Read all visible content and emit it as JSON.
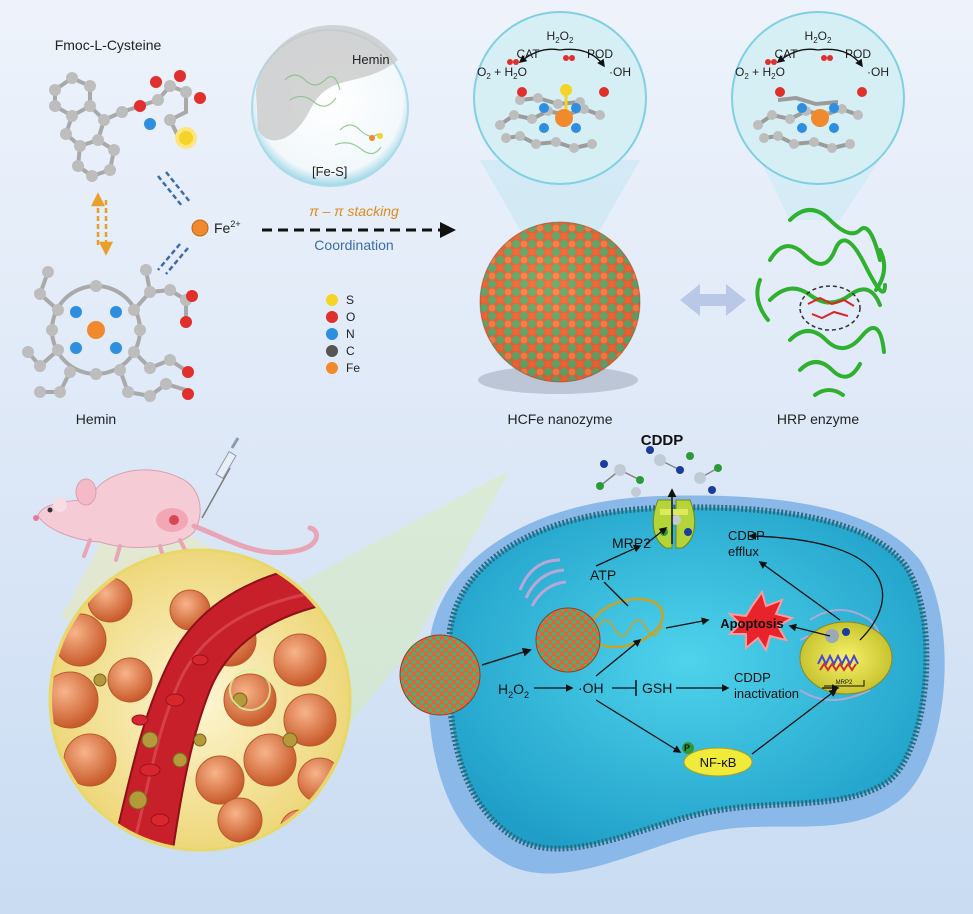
{
  "top": {
    "fmoc_label": "Fmoc-L-Cysteine",
    "hemin_label": "Hemin",
    "fe_ion": "Fe",
    "fe_charge": "2+",
    "inset_hemin": "Hemin",
    "inset_fes": "[Fe-S]",
    "stacking_label": "π – π stacking",
    "coordination_label": "Coordination",
    "nanozyme_label": "HCFe nanozyme",
    "enzyme_label": "HRP enzyme",
    "legend": [
      {
        "symbol": "S",
        "color": "#f5d327"
      },
      {
        "symbol": "O",
        "color": "#e0302d"
      },
      {
        "symbol": "N",
        "color": "#2e8fe0"
      },
      {
        "symbol": "C",
        "color": "#555555"
      },
      {
        "symbol": "Fe",
        "color": "#f08a2c"
      }
    ],
    "reaction": {
      "h2o2": "H",
      "h2o2_sub": "2",
      "h2o2_tail": "O",
      "h2o2_sub2": "2",
      "cat": "CAT",
      "pod": "POD",
      "o2_water": "O",
      "o2_sub": "2",
      "o2_tail": " + H",
      "o2_sub2": "2",
      "o2_tail2": "O",
      "oh": "·OH"
    }
  },
  "bottom": {
    "cddp_top": "CDDP",
    "mrp2": "MRP2",
    "atp": "ATP",
    "cddp_efflux_1": "CDDP",
    "cddp_efflux_2": "efflux",
    "apoptosis": "Apoptosis",
    "h2o2": "H",
    "h2o2_sub": "2",
    "h2o2_tail": "O",
    "h2o2_sub2": "2",
    "oh": "·OH",
    "gsh": "GSH",
    "cddp_inact_1": "CDDP",
    "cddp_inact_2": "inactivation",
    "p_label": "P",
    "nfkb": "NF-κB",
    "mrp2_small": "MRP2"
  },
  "colors": {
    "nano_green": "#3cb878",
    "nano_orange": "#ef6a35",
    "cell_blue": "#38b8d8",
    "vessel_red": "#c8202a",
    "tumor_orange": "#e8824a",
    "arrow_orange": "#e8a02a",
    "arrow_blue": "#3a6ea8"
  },
  "icons": [
    "mouse-icon",
    "syringe-icon",
    "blood-vessel-icon",
    "tumor-cell-icon",
    "nanoparticle-icon",
    "mitochondria-icon",
    "nucleus-icon",
    "protein-icon",
    "explosion-icon"
  ]
}
